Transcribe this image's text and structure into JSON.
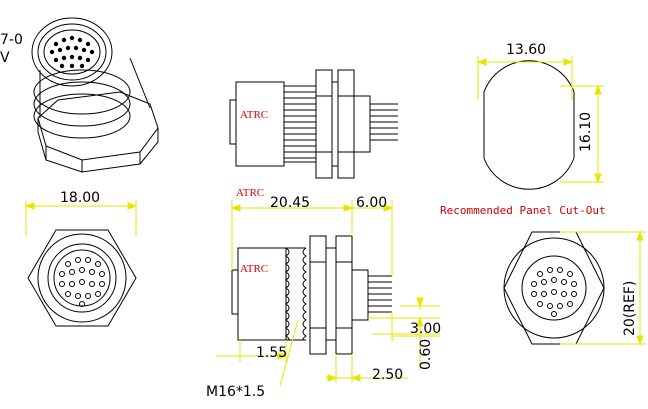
{
  "corner_text": {
    "line1": "7-0",
    "line2": "V"
  },
  "brand": "ATRC",
  "note_cutout": "Recommended Panel Cut-Out",
  "dims": {
    "cutout_width": "13.60",
    "cutout_height": "16.10",
    "hex_width": "18.00",
    "body_length": "20.45",
    "pin_length": "6.00",
    "pin_offset": "3.00",
    "pin_diameter": "0.60",
    "thread_start": "1.55",
    "nut_thickness": "2.50",
    "hex_across_corners": "20(REF)",
    "thread": "M16*1.5"
  },
  "colors": {
    "dimension": "#e6e600",
    "outline": "#000000",
    "label": "#d40000"
  }
}
